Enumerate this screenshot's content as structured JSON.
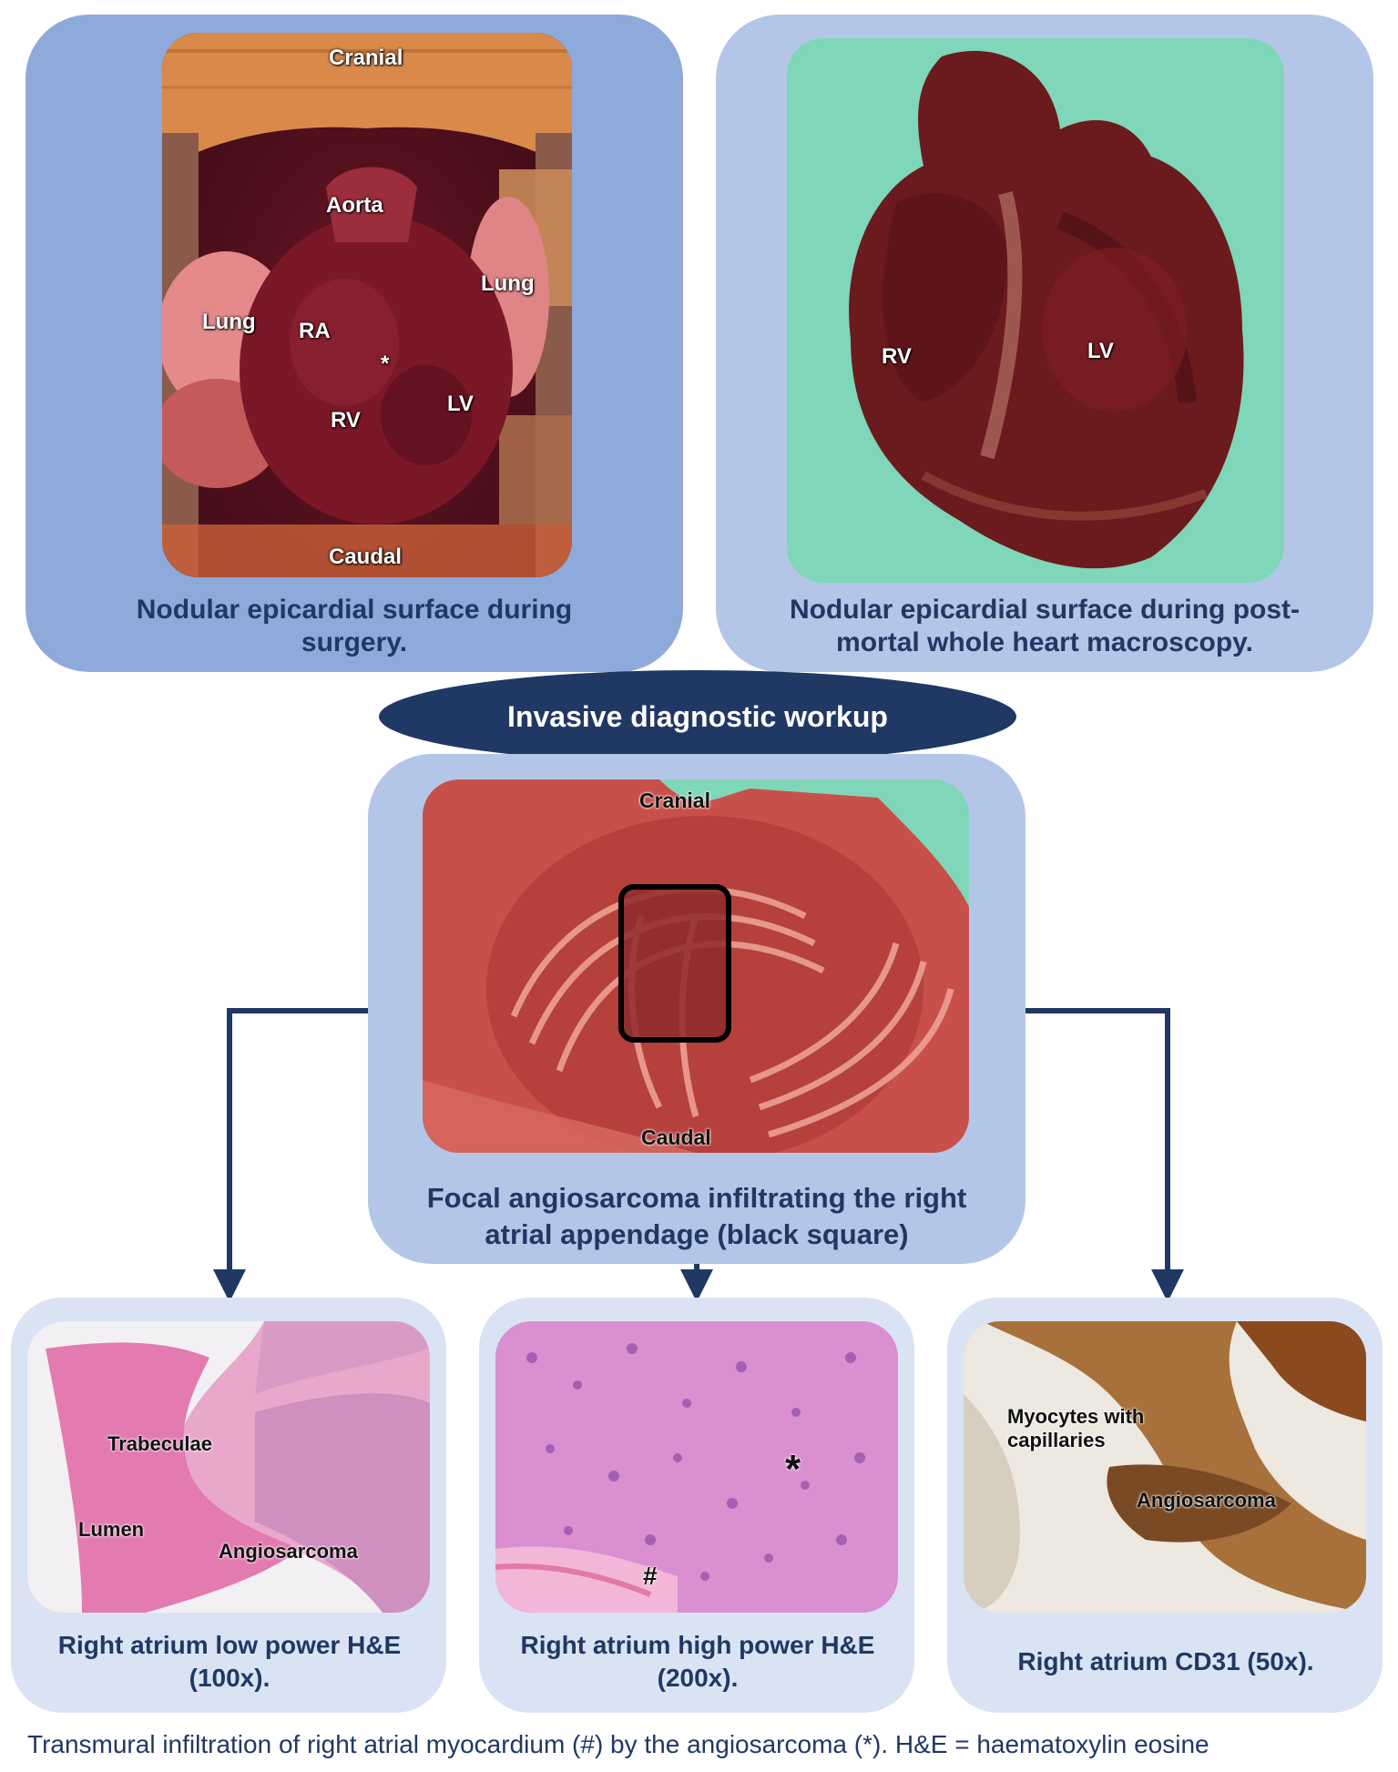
{
  "panels": {
    "surgery": {
      "caption": "Nodular epicardial surface during surgery.",
      "labels": {
        "cranial": "Cranial",
        "aorta": "Aorta",
        "lung_right": "Lung",
        "lung_left": "Lung",
        "ra": "RA",
        "star": "*",
        "rv": "RV",
        "lv": "LV",
        "caudal": "Caudal"
      }
    },
    "postmortem": {
      "caption": "Nodular epicardial surface during post-mortal whole heart macroscopy.",
      "labels": {
        "rv": "RV",
        "lv": "LV"
      }
    },
    "workup": {
      "title": "Invasive diagnostic workup"
    },
    "appendage": {
      "caption": "Focal angiosarcoma infiltrating the right atrial appendage (black square)",
      "labels": {
        "cranial": "Cranial",
        "caudal": "Caudal"
      }
    },
    "low_power": {
      "caption": "Right atrium low power H&E (100x).",
      "labels": {
        "trabeculae": "Trabeculae",
        "lumen": "Lumen",
        "angiosarcoma": "Angiosarcoma"
      }
    },
    "high_power": {
      "caption": "Right atrium high power H&E (200x).",
      "labels": {
        "star": "*",
        "hash": "#"
      }
    },
    "cd31": {
      "caption": "Right atrium CD31 (50x).",
      "labels": {
        "myocytes": "Myocytes with capillaries",
        "angiosarcoma": "Angiosarcoma"
      }
    }
  },
  "footnote": "Transmural infiltration of right atrial myocardium (#) by the angiosarcoma (*). H&E = haematoxylin eosine",
  "colors": {
    "dark_blue": "#203864",
    "medium_blue": "#8eaadb",
    "light_blue": "#b4c6e7",
    "pale_blue": "#dae3f3"
  }
}
